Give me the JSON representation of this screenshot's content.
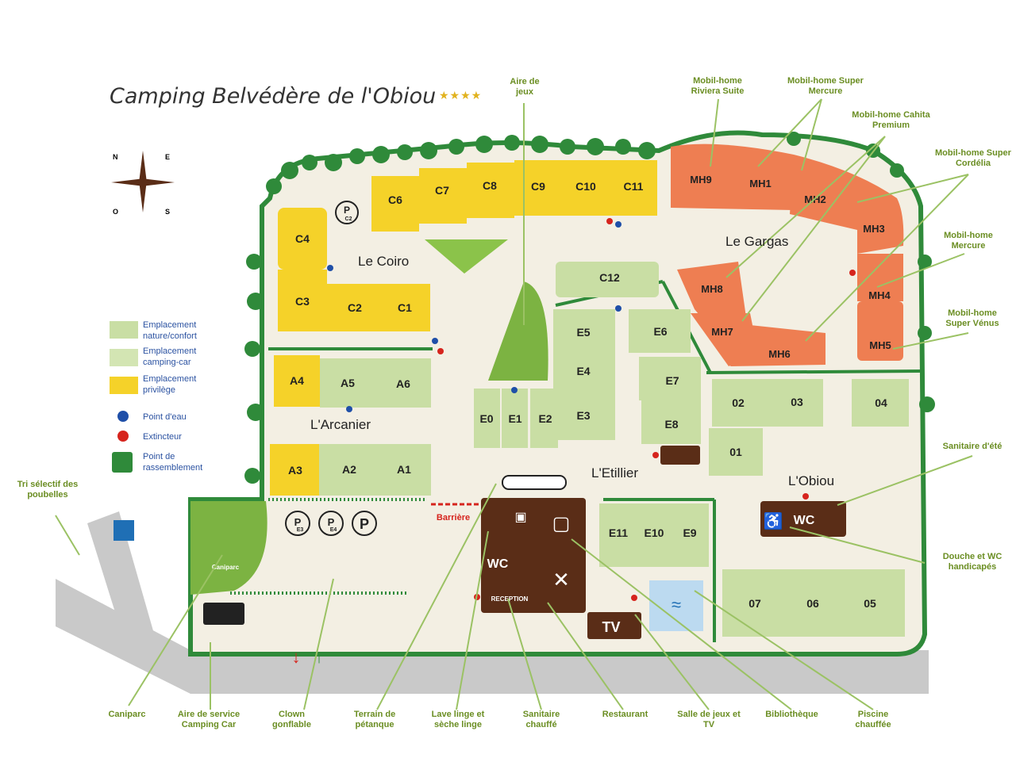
{
  "title": "Camping Belvédère de l'Obiou",
  "stars": "★★★★",
  "compass": {
    "n": "N",
    "e": "E",
    "o": "O",
    "s": "S"
  },
  "legend": {
    "nature": "Emplacement nature/confort",
    "camping_car": "Emplacement camping-car",
    "privilege": "Emplacement privilège",
    "water": "Point d'eau",
    "extinguisher": "Extincteur",
    "assembly": "Point de rassemblement"
  },
  "zones": {
    "coiro": "Le Coiro",
    "arcanier": "L'Arcanier",
    "etillier": "L'Etillier",
    "gargas": "Le Gargas",
    "obiou": "L'Obiou"
  },
  "pitches": {
    "c": [
      "C4",
      "C3",
      "C2",
      "C1",
      "C6",
      "C7",
      "C8",
      "C9",
      "C10",
      "C11",
      "C12"
    ],
    "a": [
      "A4",
      "A5",
      "A6",
      "A3",
      "A2",
      "A1"
    ],
    "e": [
      "E0",
      "E1",
      "E2",
      "E3",
      "E4",
      "E5",
      "E6",
      "E7",
      "E8",
      "E11",
      "E10",
      "E9"
    ],
    "mh": [
      "MH9",
      "MH1",
      "MH2",
      "MH3",
      "MH4",
      "MH5",
      "MH8",
      "MH7",
      "MH6"
    ],
    "num": [
      "02",
      "03",
      "04",
      "01",
      "07",
      "06",
      "05"
    ]
  },
  "parking": {
    "pc2_top": "P",
    "pc2_sub": "C2",
    "pe3_sub": "E3",
    "pe4_sub": "E4",
    "p": "P"
  },
  "barriere": "Barrière",
  "buildings": {
    "wc": "WC",
    "reception": "RECEPTION",
    "tv": "TV",
    "caniparc_sign": "Caniparc"
  },
  "callouts": {
    "aire_jeux": "Aire de jeux",
    "mh_riviera": "Mobil-home Riviera Suite",
    "mh_super_mercure": "Mobil-home Super Mercure",
    "mh_cahita": "Mobil-home Cahita Premium",
    "mh_cordelia": "Mobil-home Super Cordélia",
    "mh_mercure": "Mobil-home Mercure",
    "mh_venus": "Mobil-home Super Vénus",
    "sanitaire_ete": "Sanitaire d'été",
    "douche_wc": "Douche et WC handicapés",
    "tri": "Tri sélectif des poubelles",
    "caniparc": "Caniparc",
    "aire_service": "Aire de service Camping Car",
    "clown": "Clown gonflable",
    "petanque": "Terrain de pétanque",
    "lave_linge": "Lave linge et sèche linge",
    "sanitaire_chauffe": "Sanitaire chauffé",
    "restaurant": "Restaurant",
    "salle_jeux": "Salle de jeux et TV",
    "bibliotheque": "Bibliothèque",
    "piscine": "Piscine chauffée"
  },
  "colors": {
    "privilege": "#f5d229",
    "nature": "#c9dea4",
    "mobilhome": "#ee7e52",
    "hedge": "#2f8a3a",
    "road": "#c7c8c8",
    "building": "#5a2d17",
    "callout_line": "#9bc264",
    "callout_text": "#6b8e23"
  }
}
